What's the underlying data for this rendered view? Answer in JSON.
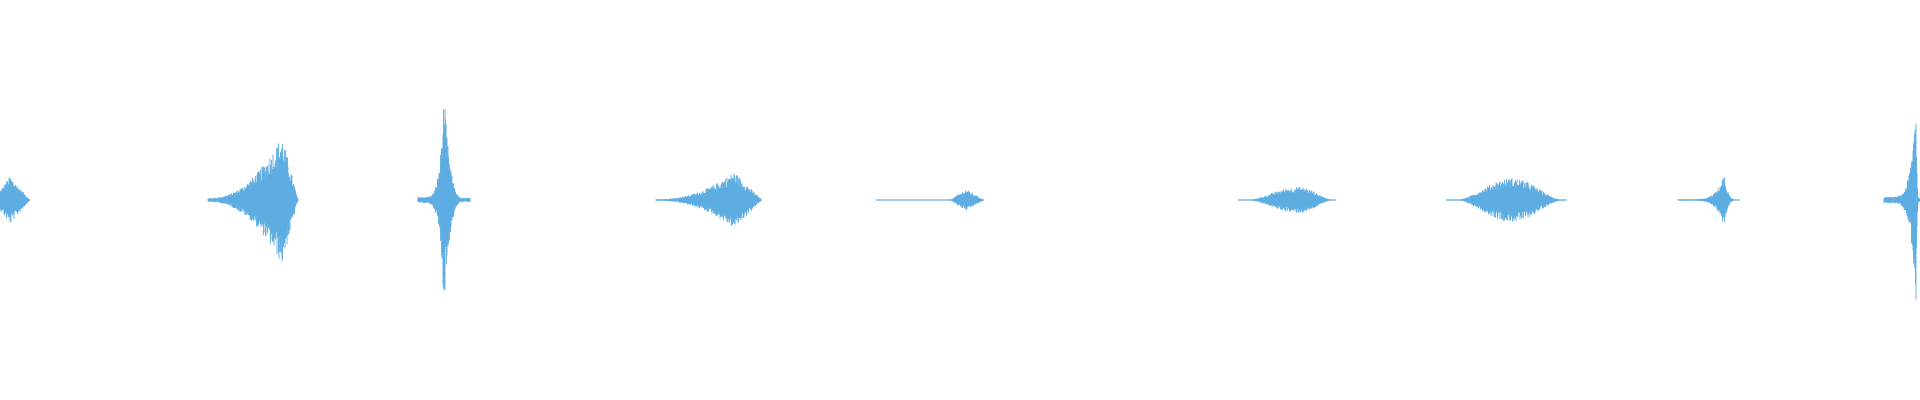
{
  "waveform": {
    "color": "#5dade2",
    "background": "#ffffff",
    "bursts": [
      {
        "shape": "decay",
        "amplitude": 0.22
      },
      {
        "shape": "crescendo",
        "amplitude": 0.59
      },
      {
        "shape": "spike",
        "amplitude": 0.97
      },
      {
        "shape": "crescendo",
        "amplitude": 0.26
      },
      {
        "shape": "tail",
        "amplitude": 0.1
      },
      {
        "shape": "bump",
        "amplitude": 0.12
      },
      {
        "shape": "bump",
        "amplitude": 0.2
      },
      {
        "shape": "spike",
        "amplitude": 0.24
      },
      {
        "shape": "spike",
        "amplitude": 0.95
      }
    ]
  }
}
